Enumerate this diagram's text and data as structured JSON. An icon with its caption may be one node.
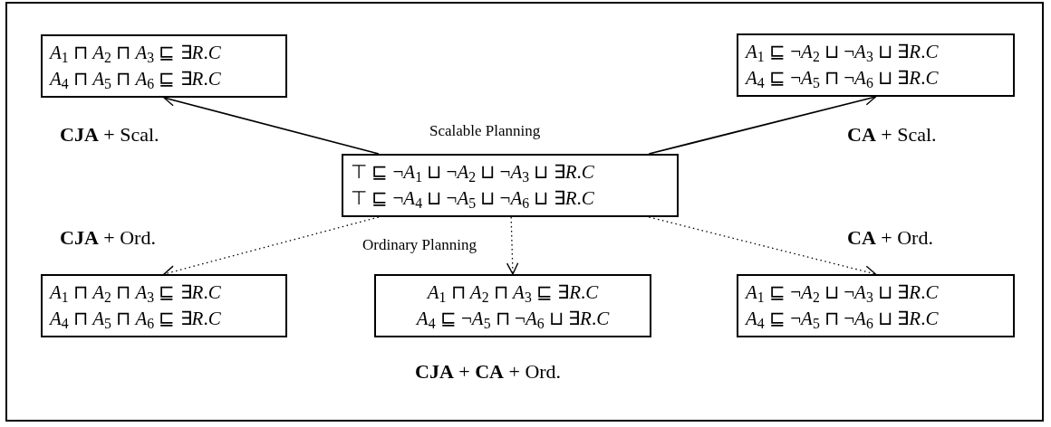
{
  "diagram": {
    "nodes": [
      {
        "text": [
          "*A*$_{1}$ ⊓ *A*$_{2}$ ⊓ *A*$_{3}$ ⊑ ∃*R*.*C*",
          "*A*$_{4}$ ⊓ *A*$_{5}$ ⊓ *A*$_{6}$ ⊑ ∃*R*.*C*"
        ]
      },
      {
        "text": [
          "*A*$_{1}$ ⊑ ¬*A*$_{2}$ ⊔ ¬*A*$_{3}$ ⊔ ∃*R*.*C*",
          "*A*$_{4}$ ⊑ ¬*A*$_{5}$ ⊓ ¬*A*$_{6}$ ⊔ ∃*R*.*C*"
        ]
      },
      {
        "text": [
          "⊤ ⊑ ¬*A*$_{1}$ ⊔ ¬*A*$_{2}$ ⊔ ¬*A*$_{3}$ ⊔ ∃*R*.*C*",
          "⊤ ⊑ ¬*A*$_{4}$ ⊔ ¬*A*$_{5}$ ⊔ ¬*A*$_{6}$ ⊔ ∃*R*.*C*"
        ]
      },
      {
        "text": [
          "*A*$_{1}$ ⊓ *A*$_{2}$ ⊓ *A*$_{3}$ ⊑ ∃*R*.*C*",
          "*A*$_{4}$ ⊓ *A*$_{5}$ ⊓ *A*$_{6}$ ⊑ ∃*R*.*C*"
        ]
      },
      {
        "text": [
          "*A*$_{1}$ ⊓ *A*$_{2}$ ⊓ *A*$_{3}$ ⊑ ∃*R*.*C*",
          "*A*$_{4}$ ⊑ ¬*A*$_{5}$ ⊓ ¬*A*$_{6}$ ⊔ ∃*R*.*C*"
        ]
      },
      {
        "text": [
          "*A*$_{1}$ ⊑ ¬*A*$_{2}$ ⊔ ¬*A*$_{3}$ ⊔ ∃*R*.*C*",
          "*A*$_{4}$ ⊑ ¬*A*$_{5}$ ⊓ ¬*A*$_{6}$ ⊔ ∃*R*.*C*"
        ]
      }
    ],
    "edges": [
      {
        "from": 2,
        "to": 0,
        "arrow": "to"
      },
      {
        "from": 2,
        "to": 1,
        "arrow": "to"
      },
      {
        "from": 2,
        "to": 3,
        "arrow": "to",
        "style": "dashed"
      },
      {
        "from": 2,
        "to": 4,
        "arrow": "to",
        "style": "dashed"
      },
      {
        "from": 2,
        "to": 5,
        "arrow": "to",
        "style": "dashed"
      }
    ],
    "labels": [
      "**CJA** + Scal.",
      "Scalable Planning",
      "**CA** + Scal.",
      "**CJA** + Ord.",
      "Ordinary Planning",
      "**CA** + Ord.",
      "**CJA** + **CA** + Ord."
    ]
  }
}
